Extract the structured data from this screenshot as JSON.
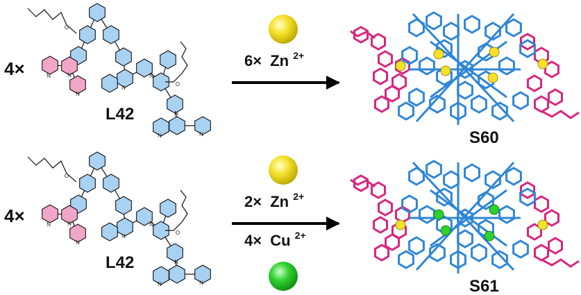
{
  "top_reaction": {
    "multiplier": "4×",
    "ligand_label": "L42",
    "condition_1": {
      "count": "6×",
      "ion": "Zn",
      "charge": "2+"
    },
    "product_label": "S60"
  },
  "bottom_reaction": {
    "multiplier": "4×",
    "ligand_label": "L42",
    "condition_1": {
      "count": "2×",
      "ion": "Zn",
      "charge": "2+"
    },
    "condition_2": {
      "count": "4×",
      "ion": "Cu",
      "charge": "2+"
    },
    "product_label": "S61"
  },
  "atom_labels": {
    "nitrogen": "N",
    "oxygen": "O"
  },
  "colors": {
    "ligand_blue": "#a9d1f2",
    "ligand_pink": "#f2a6c7",
    "cage_blue": "#2f86d6",
    "cage_magenta": "#d7267f",
    "zinc_yellow": "#f5e02a",
    "copper_green": "#2ed12e",
    "arrow": "#000000"
  }
}
